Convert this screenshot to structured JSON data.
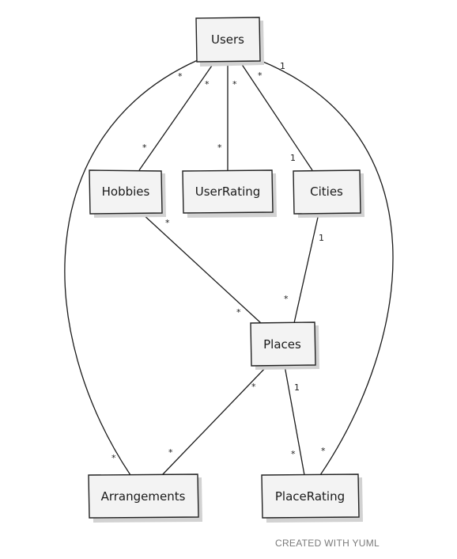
{
  "nodes": {
    "users": "Users",
    "hobbies": "Hobbies",
    "user_rating": "UserRating",
    "cities": "Cities",
    "places": "Places",
    "arrangements": "Arrangements",
    "place_rating": "PlaceRating"
  },
  "edges": [
    {
      "from": "Users",
      "to": "Hobbies",
      "from_mult": "*",
      "to_mult": "*"
    },
    {
      "from": "Users",
      "to": "UserRating",
      "from_mult": "*",
      "to_mult": "*"
    },
    {
      "from": "Users",
      "to": "Cities",
      "from_mult": "*",
      "to_mult": "1"
    },
    {
      "from": "Users",
      "to": "Arrangements",
      "from_mult": "*",
      "to_mult": "*"
    },
    {
      "from": "Users",
      "to": "PlaceRating",
      "from_mult": "1",
      "to_mult": "*"
    },
    {
      "from": "Hobbies",
      "to": "Places",
      "from_mult": "*",
      "to_mult": "*"
    },
    {
      "from": "Cities",
      "to": "Places",
      "from_mult": "1",
      "to_mult": "*"
    },
    {
      "from": "Places",
      "to": "Arrangements",
      "from_mult": "*",
      "to_mult": "*"
    },
    {
      "from": "Places",
      "to": "PlaceRating",
      "from_mult": "1",
      "to_mult": "*"
    }
  ],
  "footer": "CREATED WITH YUML"
}
